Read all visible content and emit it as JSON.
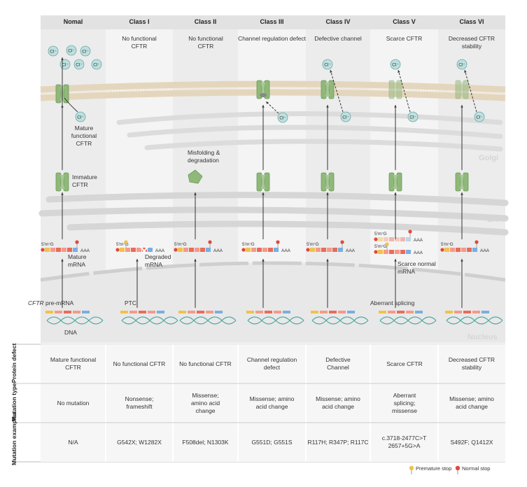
{
  "columns": [
    {
      "name": "Nomal",
      "subtitle": "",
      "protein_defect": "Mature functional CFTR",
      "mutation_type": "No mutation",
      "examples": "N/A"
    },
    {
      "name": "Class I",
      "subtitle": "No functional CFTR",
      "protein_defect": "No functional CFTR",
      "mutation_type": "Nonsense; frameshift",
      "examples": "G542X; W1282X"
    },
    {
      "name": "Class II",
      "subtitle": "No functional CFTR",
      "protein_defect": "No functional CFTR",
      "mutation_type": "Missense; amino acid change",
      "examples": "F508del; N1303K"
    },
    {
      "name": "Class III",
      "subtitle": "Channel regulation defect",
      "protein_defect": "Channel regulation defect",
      "mutation_type": "Missense; amino acid change",
      "examples": "G551D; G551S"
    },
    {
      "name": "Class IV",
      "subtitle": "Defective channel",
      "protein_defect": "Defective Channel",
      "mutation_type": "Missense; amino acid change",
      "examples": "R117H; R347P; R117C"
    },
    {
      "name": "Class V",
      "subtitle": "Scarce CFTR",
      "protein_defect": "Scarce CFTR",
      "mutation_type": "Aberrant splicing; missense",
      "examples": "c.3718-2477C>T 2657+5G>A"
    },
    {
      "name": "Class VI",
      "subtitle": "Decreased CFTR stability",
      "protein_defect": "Decreased CFTR stability",
      "mutation_type": "Missense; amino acid change",
      "examples": "S492F; Q1412X"
    }
  ],
  "labels": {
    "mature_functional_cftr": "Mature functional CFTR",
    "immature_cftr": "Immature CFTR",
    "mature_mrna": "Mature mRNA",
    "pre_mrna_italic": "CFTR",
    "pre_mrna": "pre-mRNA",
    "dna": "DNA",
    "degraded_mrna": "Degraded mRNA",
    "ptc": "PTC",
    "misfolding": "Misfolding & degradation",
    "scarce_normal_mrna": "Scarce normal mRNA",
    "aberrant_splicing": "Aberrant splicing",
    "mrna_5prime": "5'm⁷G",
    "mrna_3prime": "AAA",
    "chloride": "Cl⁻"
  },
  "organelles": {
    "golgi": "Golgi",
    "er": "ER",
    "nucleus": "Nucleus"
  },
  "row_headers": {
    "protein_defect": "Protein defect",
    "mutation_type": "Mutation type",
    "mutation_examples": "Mutation examples"
  },
  "legend": {
    "premature_stop": "Premature stop",
    "normal_stop": "Normal stop"
  },
  "colors": {
    "cftr_green": "#8fb87a",
    "ion_teal": "#bfe0df",
    "premature_stop": "#f0c24a",
    "normal_stop": "#e0483c",
    "header_bg": "#ececec"
  }
}
